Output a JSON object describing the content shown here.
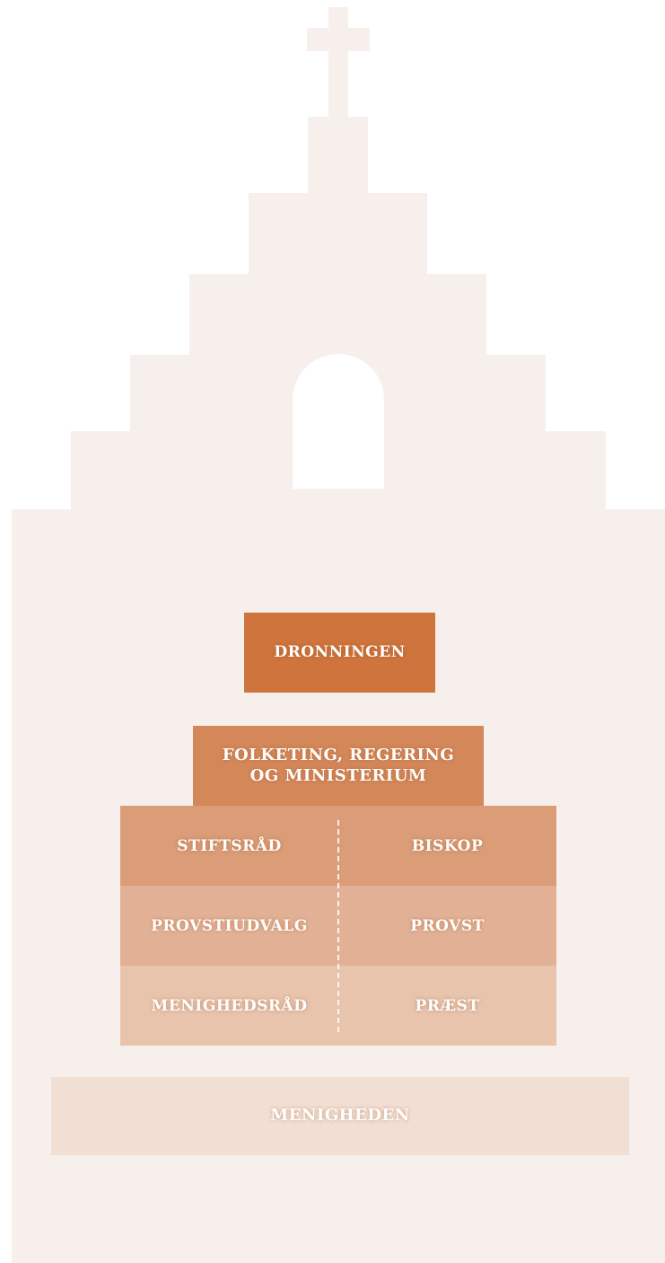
{
  "colors": {
    "church_background": "#f7efeb",
    "queen": "#ce743c",
    "parliament": "#d4885a",
    "row_bishop": "#da9d78",
    "row_dean": "#e2b195",
    "row_priest": "#e8c4ad",
    "congregation": "#f2dfd3"
  },
  "hierarchy": {
    "queen": "DRONNINGEN",
    "parliament": "FOLKETING, REGERING\nOG MINISTERIUM",
    "rows": [
      {
        "left": "STIFTSRÅD",
        "right": "BISKOP"
      },
      {
        "left": "PROVSTIUDVALG",
        "right": "PROVST"
      },
      {
        "left": "MENIGHEDSRÅD",
        "right": "PRÆST"
      }
    ],
    "congregation": "MENIGHEDEN"
  }
}
